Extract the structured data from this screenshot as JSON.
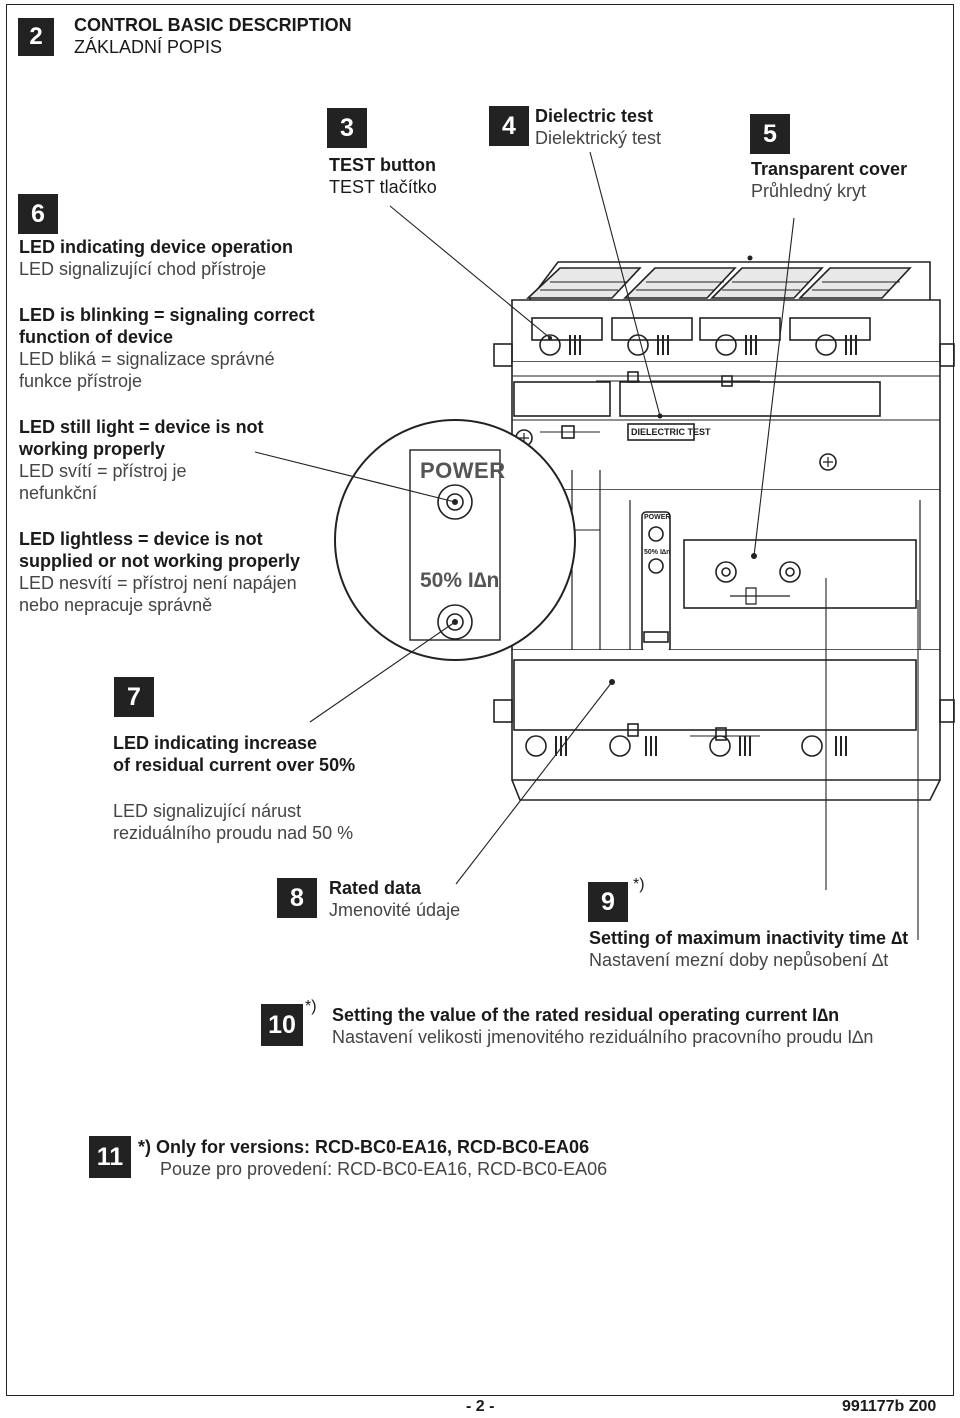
{
  "header": {
    "number": "2",
    "title_en": "CONTROL BASIC DESCRIPTION",
    "title_cz": "ZÁKLADNÍ POPIS"
  },
  "callouts": {
    "c3": {
      "number": "3",
      "en": "TEST button",
      "cz": "TEST tlačítko"
    },
    "c4": {
      "number": "4",
      "en": "Dielectric test",
      "cz": "Dielektrický test"
    },
    "c5": {
      "number": "5",
      "en": "Transparent cover",
      "cz": "Průhledný kryt"
    },
    "c6": {
      "number": "6",
      "en": "LED indicating device operation",
      "cz": "LED signalizující chod přístroje",
      "blink_en_1": "LED is blinking = signaling correct",
      "blink_en_2": "function of device",
      "blink_cz_1": "LED bliká = signalizace správné",
      "blink_cz_2": "funkce přístroje",
      "still_en_1": "LED still light = device is not",
      "still_en_2": "working properly",
      "still_cz_1": "LED svítí = přístroj je",
      "still_cz_2": "nefunkční",
      "off_en_1": "LED lightless = device is not",
      "off_en_2": "supplied or not working properly",
      "off_cz_1": "LED nesvítí = přístroj není napájen",
      "off_cz_2": "nebo nepracuje správně"
    },
    "c7": {
      "number": "7",
      "en_1": "LED indicating increase",
      "en_2": "of residual current over 50%",
      "cz_1": "LED signalizující nárust",
      "cz_2": "reziduálního proudu nad 50 %"
    },
    "c8": {
      "number": "8",
      "en": "Rated data",
      "cz": "Jmenovité údaje"
    },
    "c9": {
      "number": "9",
      "star": "*)",
      "en": "Setting of maximum inactivity time ∆t",
      "cz": "Nastavení mezní doby nepůsobení ∆t"
    },
    "c10": {
      "number": "10",
      "star": "*)",
      "en": "Setting the value of the rated residual operating current I∆n",
      "cz": "Nastavení velikosti jmenovitého reziduálního pracovního proudu I∆n"
    },
    "c11": {
      "number": "11",
      "en": "*) Only for versions: RCD-BC0-EA16, RCD-BC0-EA06",
      "cz": "Pouze pro provedení: RCD-BC0-EA16, RCD-BC0-EA06"
    }
  },
  "drawing": {
    "zoom_power": "POWER",
    "zoom_50": "50% I∆n",
    "panel_power": "POWER",
    "panel_50": "50% I∆n",
    "dielectric_label": "DIELECTRIC TEST"
  },
  "footer": {
    "page": "- 2 -",
    "doc": "991177b  Z00"
  }
}
